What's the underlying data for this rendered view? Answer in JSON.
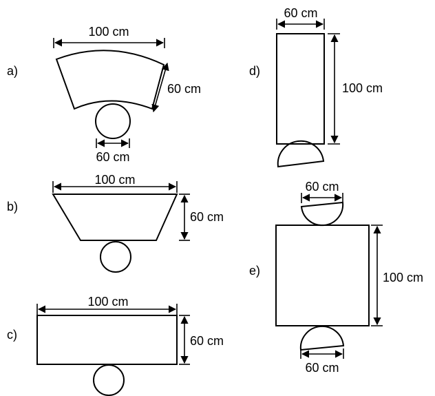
{
  "figures": {
    "a": {
      "label": "a)",
      "top_width": "100 cm",
      "side": "60 cm",
      "circle_width": "60 cm"
    },
    "b": {
      "label": "b)",
      "top_width": "100 cm",
      "height": "60 cm"
    },
    "c": {
      "label": "c)",
      "top_width": "100 cm",
      "height": "60 cm"
    },
    "d": {
      "label": "d)",
      "top_width": "60 cm",
      "height": "100 cm"
    },
    "e": {
      "label": "e)",
      "top_width": "60 cm",
      "height": "100 cm",
      "bottom_width": "60 cm"
    }
  },
  "colors": {
    "stroke": "#000000",
    "background": "#ffffff"
  }
}
